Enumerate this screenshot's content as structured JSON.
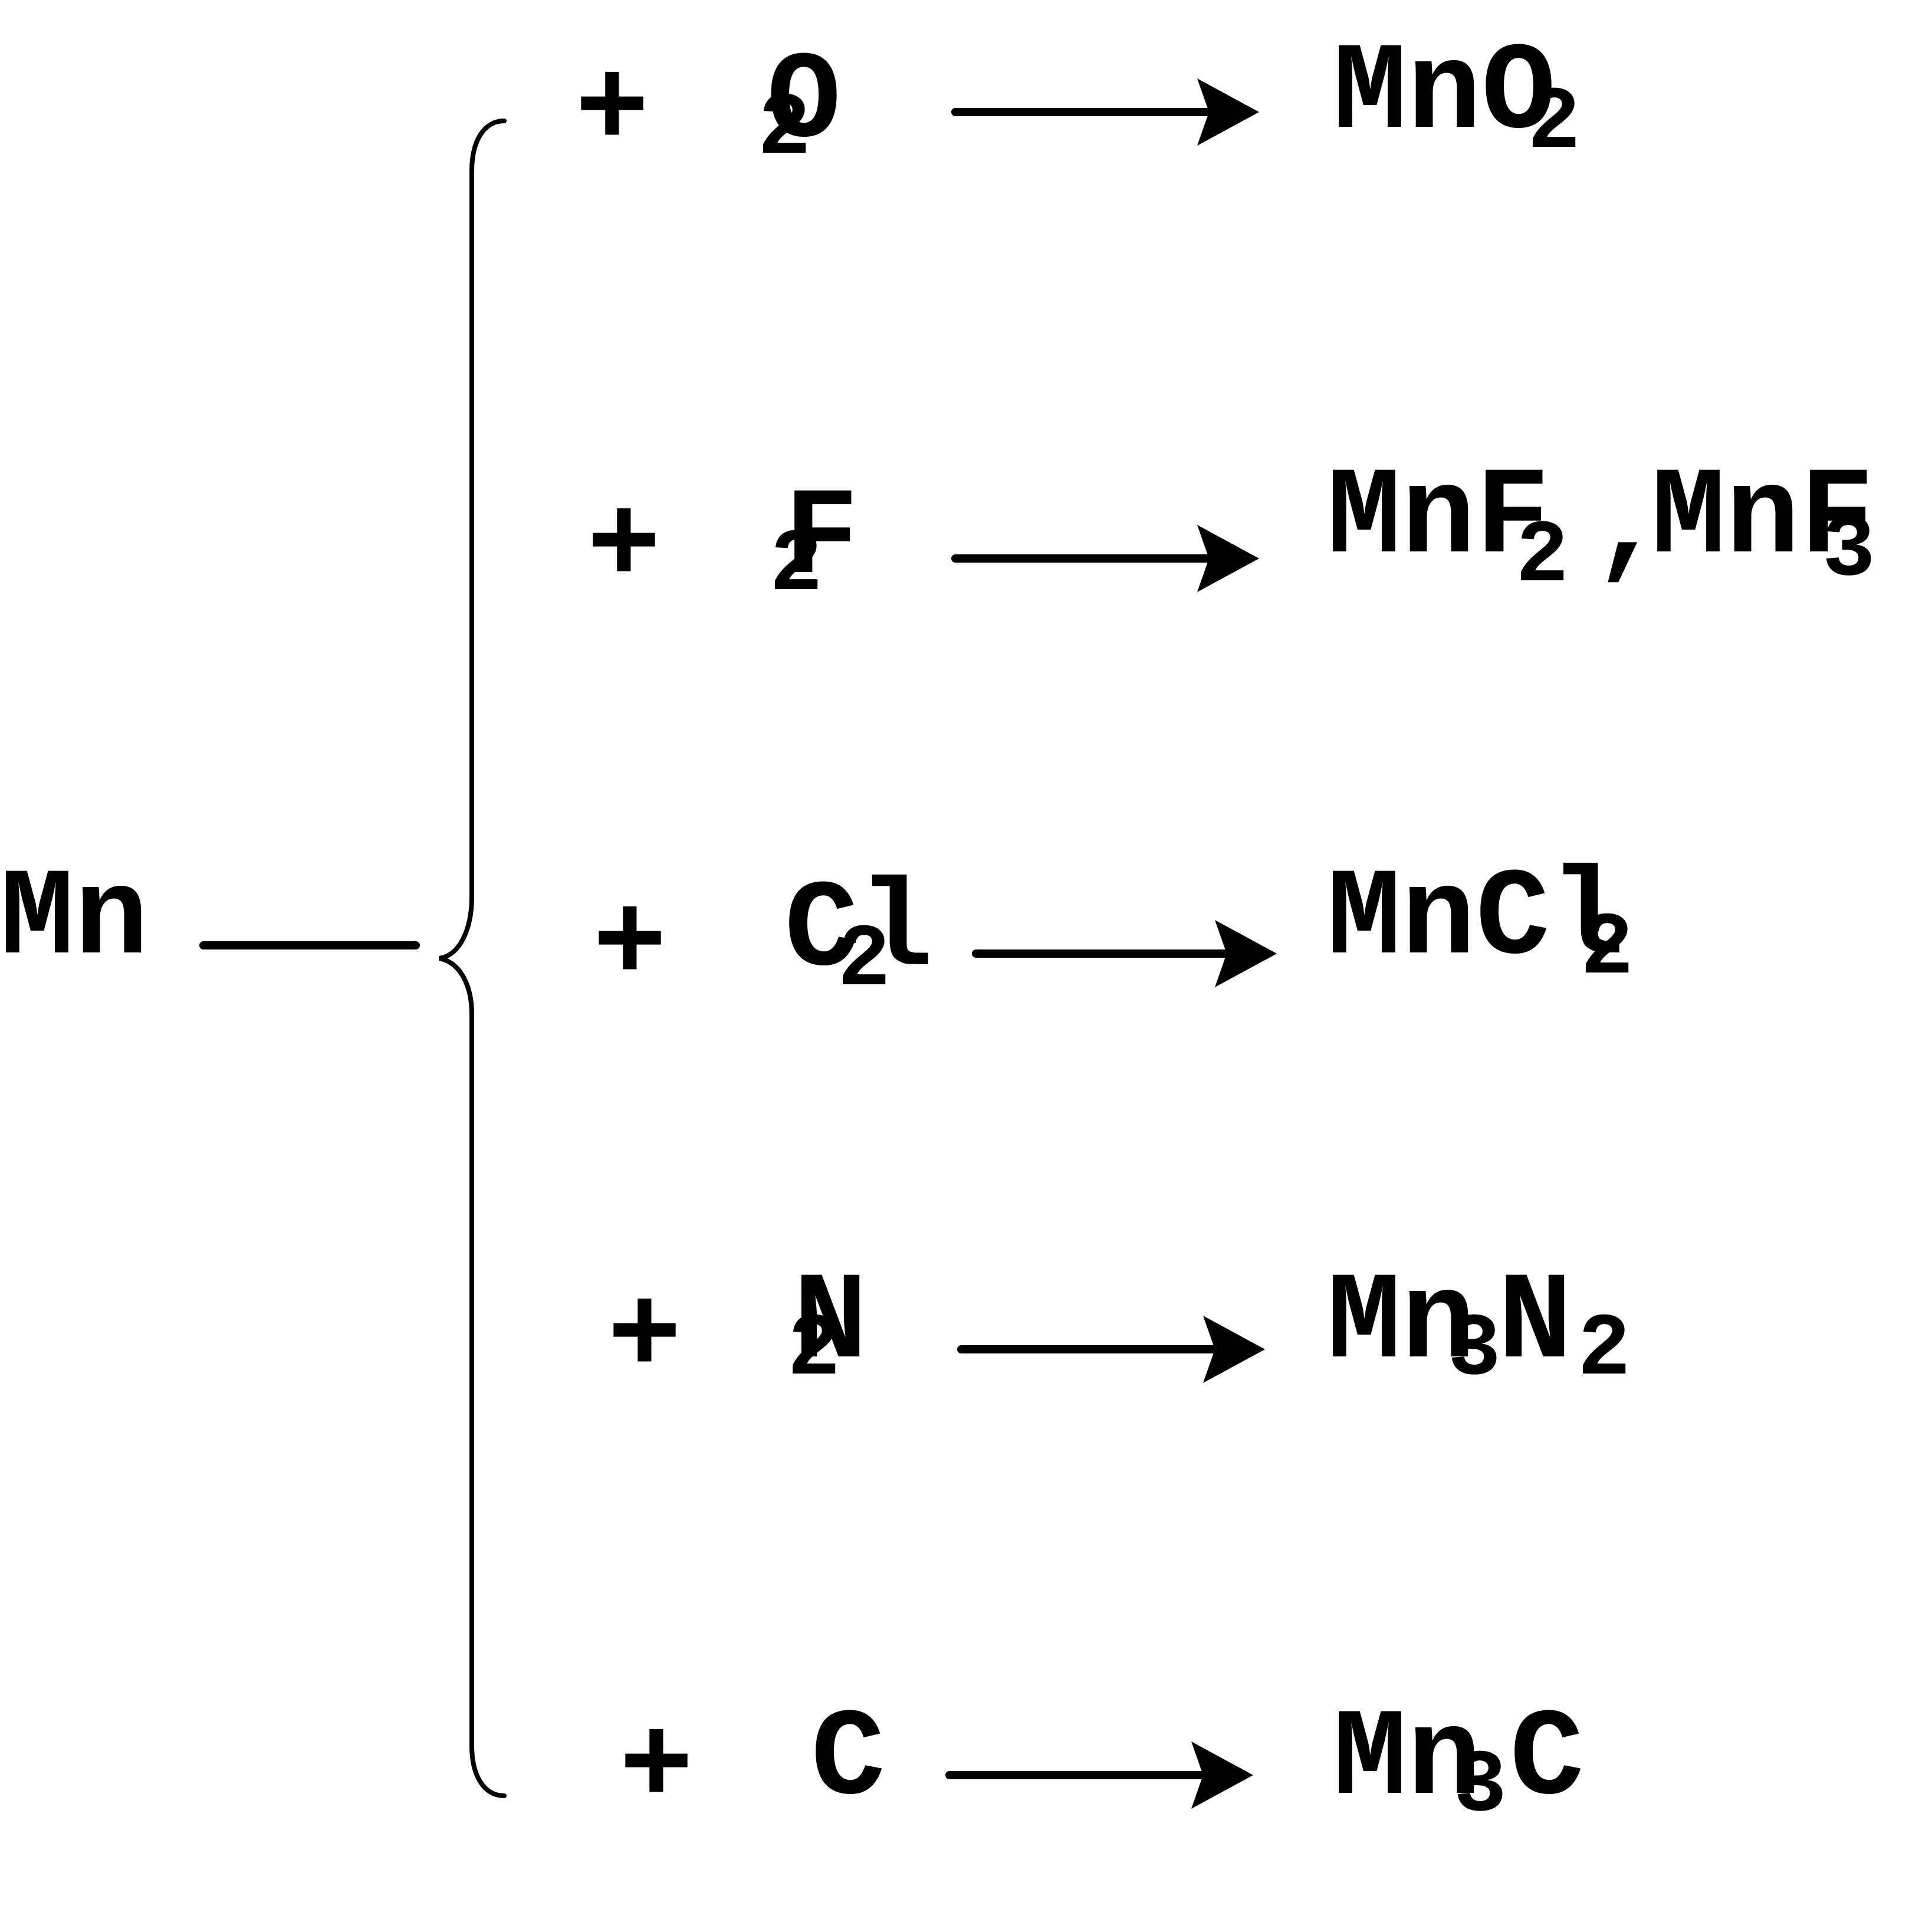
{
  "reactant": "Mn",
  "plus": "+",
  "reactions": [
    {
      "reagent": "O",
      "reagent_sub": "2",
      "product": "MnO",
      "product_sub": "2"
    },
    {
      "reagent": "F",
      "reagent_sub": "2",
      "product": "MnF",
      "product_sub": "2",
      "product2": "MnF",
      "product2_sub": "3"
    },
    {
      "reagent": "Cl",
      "reagent_sub": "2",
      "product": "MnCl",
      "product_sub": "2"
    },
    {
      "reagent": "N",
      "reagent_sub": "2",
      "product": "Mn",
      "product_sub": "3",
      "product_tail": "N",
      "product_tail_sub": "2"
    },
    {
      "reagent": "C",
      "reagent_sub": "",
      "product": "Mn",
      "product_sub": "3",
      "product_tail": "C",
      "product_tail_sub": ""
    }
  ]
}
